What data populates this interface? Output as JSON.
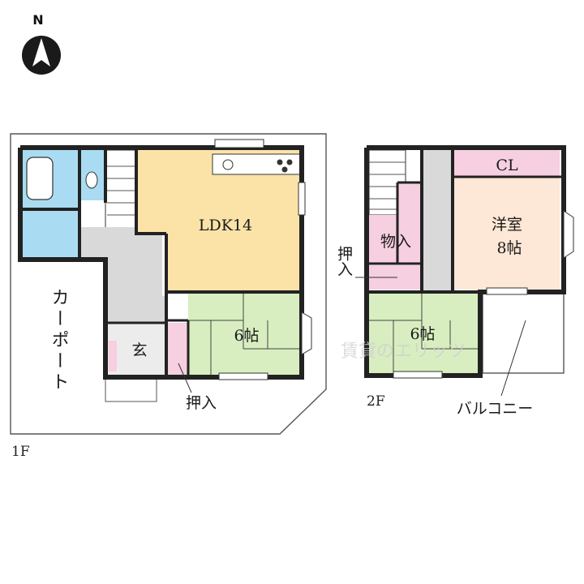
{
  "compass": {
    "north_label": "N"
  },
  "floor1": {
    "floor_label": "1F",
    "rooms": {
      "ldk": "LDK14",
      "washitsu": "6帖",
      "genkan": "玄",
      "oshiire": "押入",
      "carport": "カーポート"
    }
  },
  "floor2": {
    "floor_label": "2F",
    "rooms": {
      "closet": "CL",
      "youshitsu_name": "洋室",
      "youshitsu_size": "8帖",
      "storage": "物入",
      "oshiire": "押入",
      "washitsu": "6帖",
      "balcony": "バルコニー"
    }
  },
  "watermark": "賃貸のエリッツ",
  "colors": {
    "ldk": "#fbe3a8",
    "tatami": "#d8eec0",
    "bath": "#a9dcf2",
    "closet_pink": "#f6cfe0",
    "youshitsu": "#fde7d6",
    "gray": "#d9d9d9",
    "wall": "#222222"
  }
}
